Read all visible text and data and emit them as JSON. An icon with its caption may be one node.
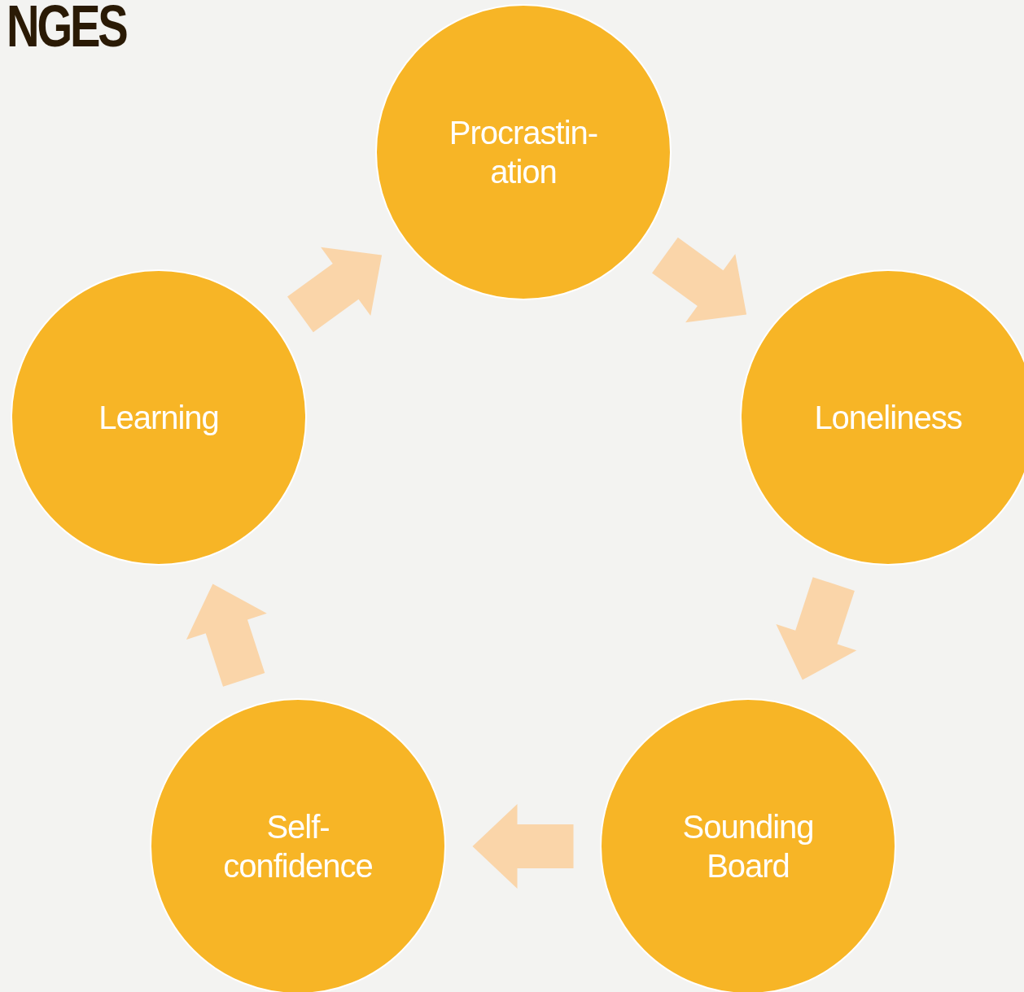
{
  "diagram": {
    "title": "NGES",
    "nodes": [
      {
        "text": [
          "Procrastin- ation"
        ]
      },
      {
        "text": [
          "Loneliness"
        ]
      },
      {
        "text": [
          "Sounding Board"
        ]
      },
      {
        "text": [
          "Self- confidence"
        ]
      },
      {
        "text": [
          "Learning"
        ]
      }
    ],
    "edges": [
      {
        "from": 0,
        "to": 1,
        "arrow": "to"
      },
      {
        "from": 1,
        "to": 2,
        "arrow": "to"
      },
      {
        "from": 2,
        "to": 3,
        "arrow": "to"
      },
      {
        "from": 3,
        "to": 4,
        "arrow": "to"
      },
      {
        "from": 4,
        "to": 0,
        "arrow": "to"
      }
    ]
  }
}
